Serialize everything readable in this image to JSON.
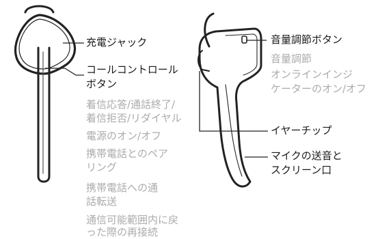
{
  "colors": {
    "primary_text": "#1a1a1a",
    "secondary_text": "#ababab",
    "line": "#222222"
  },
  "left": {
    "labels": {
      "charge_jack": "充電ジャック",
      "call_button_1": "コールコントロール",
      "call_button_2": "ボタン"
    },
    "functions": {
      "f1_l1": "着信応答/通話終了/",
      "f1_l2": "着信拒否/リダイヤル",
      "f2": "電源のオン/オフ",
      "f3_l1": "携帯電話とのペア",
      "f3_l2": "リング",
      "f4_l1": "携帯電話への通",
      "f4_l2": "話転送",
      "f5_l1": "通信可能範囲内に戻",
      "f5_l2": "った際の再接続"
    }
  },
  "right": {
    "labels": {
      "volume_button": "音量調節ボタン",
      "eartip": "イヤーチップ",
      "mic_1": "マイクの送音と",
      "mic_2": "スクリーン口"
    },
    "functions": {
      "v1": "音量調節",
      "v2_l1": "オンラインインジ",
      "v2_l2": "ケーターのオン/オフ"
    }
  }
}
